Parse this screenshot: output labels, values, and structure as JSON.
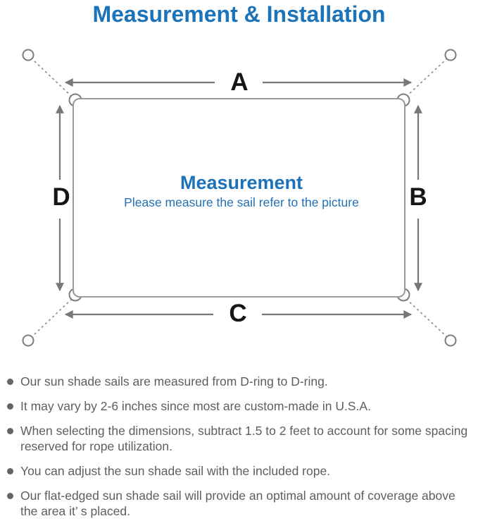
{
  "title": "Measurement & Installation",
  "diagram": {
    "center_title": "Measurement",
    "center_subtitle": "Please measure the sail refer to the picture",
    "labels": {
      "top": "A",
      "right": "B",
      "bottom": "C",
      "left": "D"
    },
    "colors": {
      "accent_blue": "#1b73ba",
      "line_gray": "#8a8a8a",
      "arrow_gray": "#777777",
      "label_black": "#161616",
      "body_gray": "#5e5e5e"
    }
  },
  "notes": {
    "items": [
      {
        "text": "Our sun shade sails are measured from D-ring to D-ring."
      },
      {
        "text": "It may vary by 2-6 inches since most are custom-made in U.S.A."
      },
      {
        "text": "When selecting the dimensions, subtract 1.5 to 2 feet to account for some spacing reserved for rope utilization."
      },
      {
        "text": "You can adjust the sun shade sail with the included rope."
      },
      {
        "text": "Our flat-edged sun shade sail will provide an optimal amount of coverage above the area it’ s placed."
      }
    ]
  }
}
